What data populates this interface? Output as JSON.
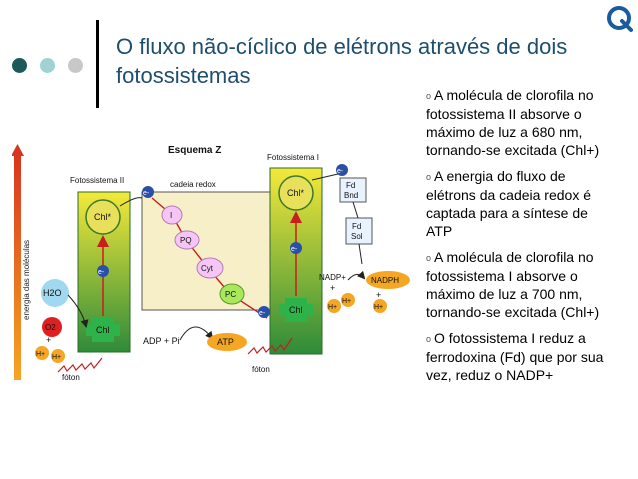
{
  "slide": {
    "title": "O fluxo não-cíclico de elétrons através de dois fotossistemas",
    "dot_colors": [
      "#1e5a5a",
      "#9fd2d2",
      "#c8c8c8"
    ]
  },
  "bullets": [
    {
      "marker": "o",
      "text": "A molécula de clorofila no fotossistema II absorve o máximo de luz a 680 nm, tornando-se excitada (Chl+)"
    },
    {
      "marker": "o",
      "text": "A energia do fluxo de elétrons da cadeia redox é captada para a síntese de ATP"
    },
    {
      "marker": "o",
      "text": "A molécula de clorofila no fotossistema I absorve o máximo de luz a 700 nm, tornando-se excitada (Chl+)"
    },
    {
      "marker": "o",
      "text": "O fotossistema I reduz a ferrodoxina (Fd) que por sua vez, reduz o NADP+"
    }
  ],
  "diagram": {
    "scheme_title": "Esquema Z",
    "ps2_label": "Fotossistema II",
    "ps1_label": "Fotossistema I",
    "redox_label": "cadeia redox",
    "energy_axis": "energia das moléculas",
    "chl_excited": "Chl*",
    "chl": "Chl",
    "electron": "e-",
    "h2o": "H2O",
    "o2": "O2",
    "hplus": "H+",
    "plus": "+",
    "carriers": [
      "I",
      "PQ",
      "Cyt",
      "PC"
    ],
    "fd_bnd": [
      "Fd",
      "Bnd"
    ],
    "fd_sol": [
      "Fd",
      "Sol"
    ],
    "nadp_plus": "NADP+",
    "nadph": "NADPH",
    "adp_pi": "ADP + Pi",
    "atp": "ATP",
    "photon": "fóton"
  },
  "colors": {
    "title": "#1e4e6e",
    "column_top": "#f5e93a",
    "column_bottom": "#2e8b3a",
    "chl_star": "#e8e05a",
    "chl_green": "#2db34a",
    "electron": "#2a4fa8",
    "carrier_fill": "#f5c6f5",
    "carrier_pc": "#a8e85a",
    "box": "#f7efc8",
    "red": "#e02020",
    "orange": "#f5a623",
    "fd": "#e9f2ff",
    "logo": "#1a5a9e"
  }
}
